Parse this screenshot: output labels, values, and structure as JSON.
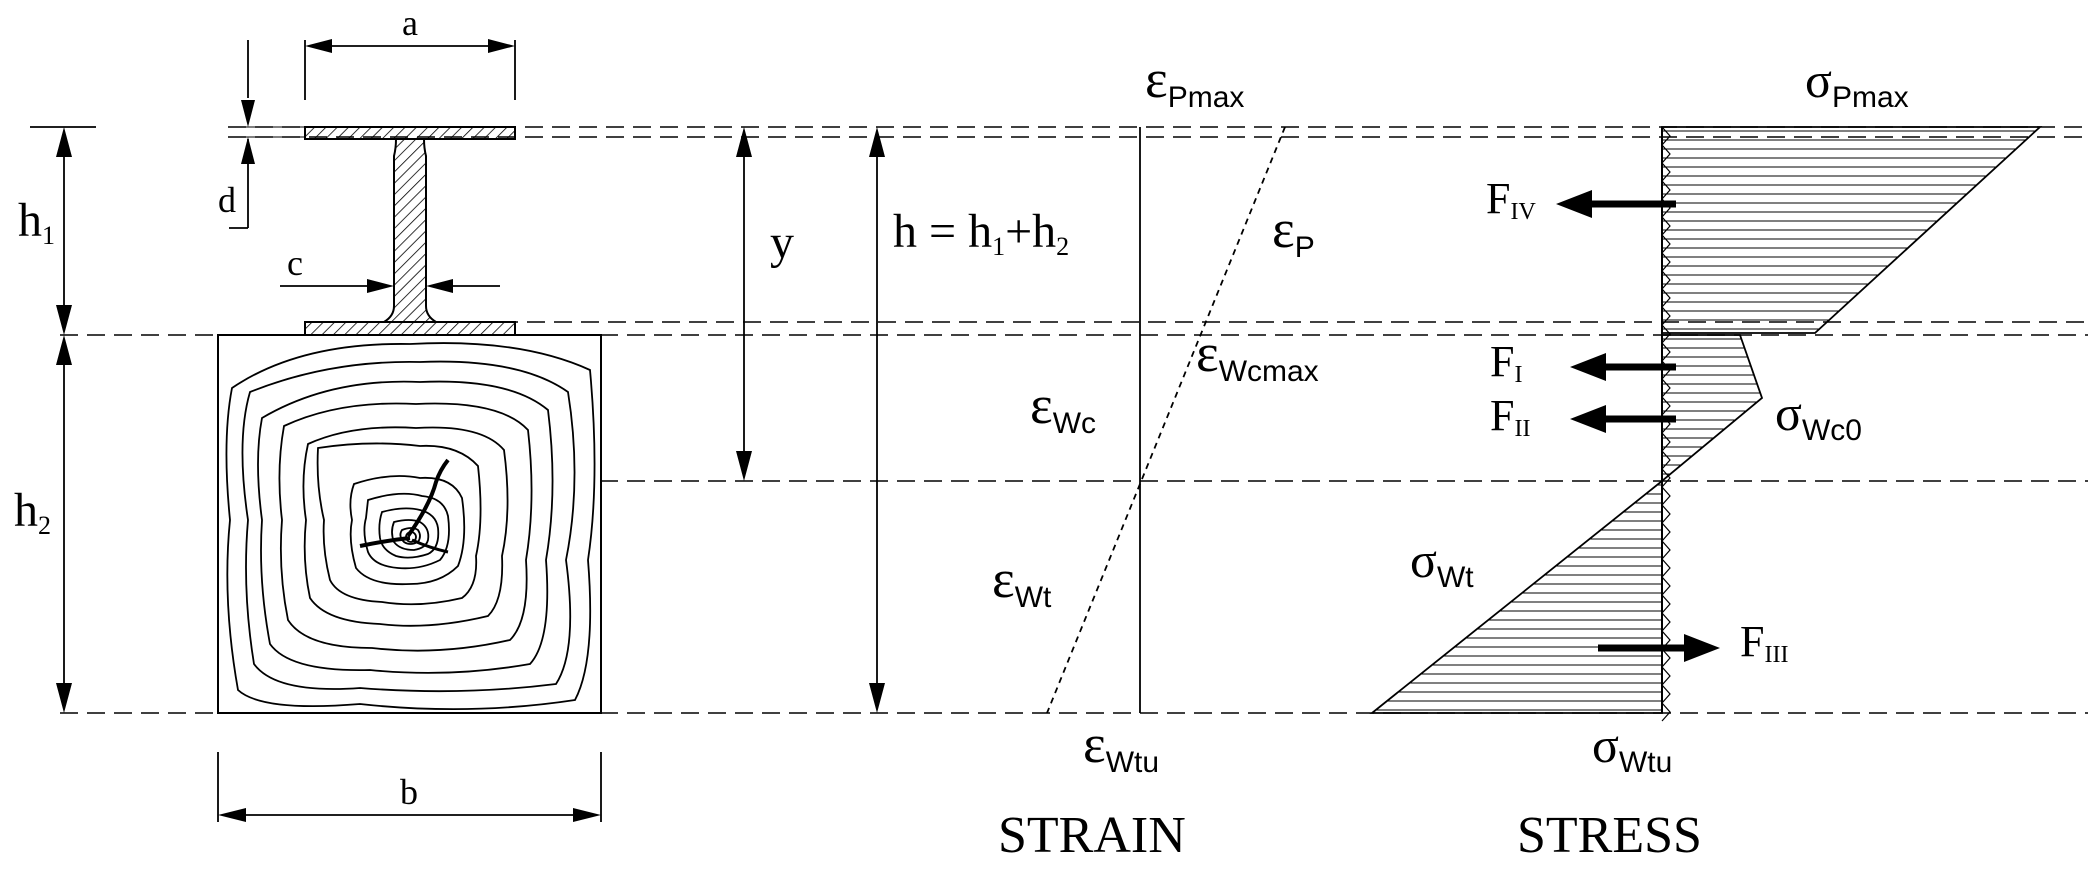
{
  "labels": {
    "a": "a",
    "b": "b",
    "c": "c",
    "d": "d",
    "y": "y",
    "h1": {
      "base": "h",
      "sub": "1"
    },
    "h2": {
      "base": "h",
      "sub": "2"
    },
    "h_formula": {
      "p1": "h = h",
      "s1": "1",
      "p2": "+h",
      "s2": "2"
    },
    "eps_pmax": {
      "base": "ε",
      "sub": "Pmax"
    },
    "eps_p": {
      "base": "ε",
      "sub": "P"
    },
    "eps_wcmax": {
      "base": "ε",
      "sub": "Wcmax"
    },
    "eps_wc": {
      "base": "ε",
      "sub": "Wc"
    },
    "eps_wt": {
      "base": "ε",
      "sub": "Wt"
    },
    "eps_wtu": {
      "base": "ε",
      "sub": "Wtu"
    },
    "sig_pmax": {
      "base": "σ",
      "sub": "Pmax"
    },
    "sig_wc0": {
      "base": "σ",
      "sub": "Wc0"
    },
    "sig_wt": {
      "base": "σ",
      "sub": "Wt"
    },
    "sig_wtu": {
      "base": "σ",
      "sub": "Wtu"
    },
    "f4": {
      "base": "F",
      "sub": "IV"
    },
    "f1": {
      "base": "F",
      "sub": "I"
    },
    "f2": {
      "base": "F",
      "sub": "II"
    },
    "f3": {
      "base": "F",
      "sub": "III"
    }
  },
  "captions": {
    "strain": "STRAIN",
    "stress": "STRESS"
  },
  "colors": {
    "line": "#000000",
    "hatch": "#000000",
    "background": "#ffffff"
  }
}
